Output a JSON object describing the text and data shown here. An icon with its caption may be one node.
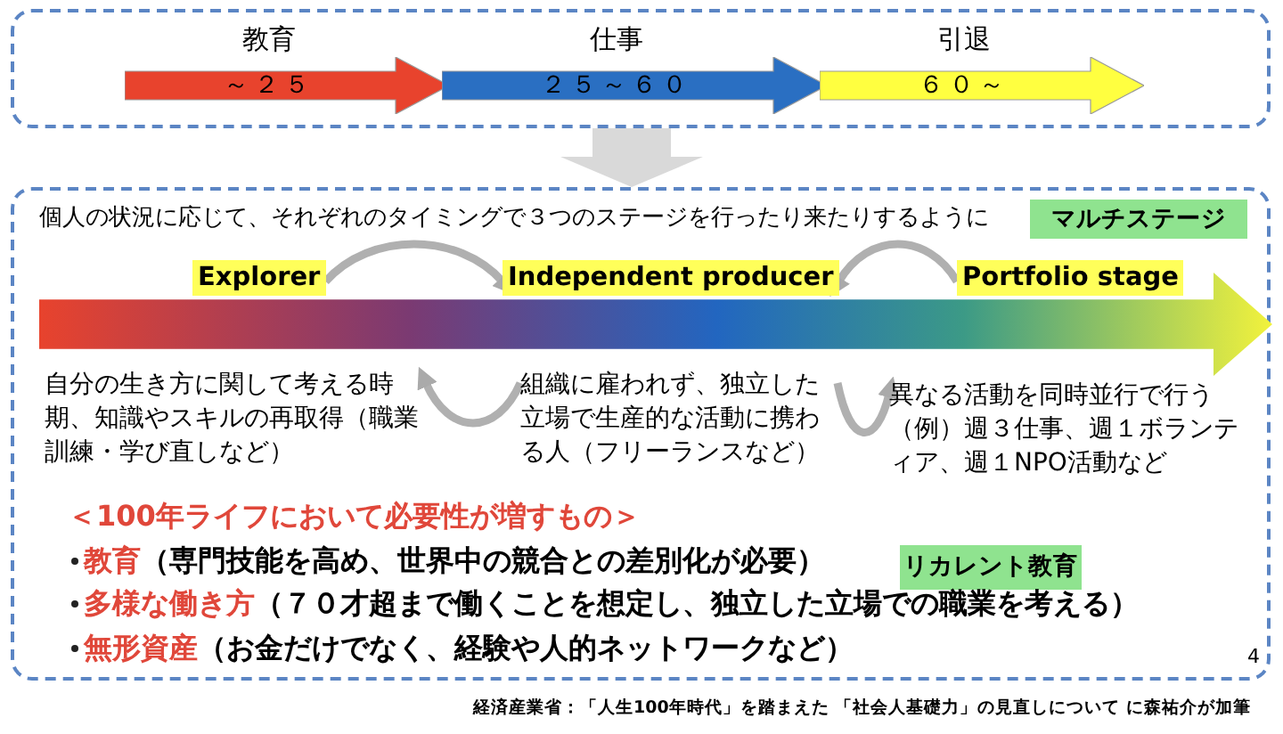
{
  "diagram": {
    "nodes": [
      {
        "text": [],
        "shape": "box"
      },
      {
        "text": [
          "教育",
          "～２５"
        ],
        "in": 0
      },
      {
        "text": [
          "仕事",
          "２５～６０"
        ],
        "in": 0
      },
      {
        "text": [
          "引退",
          "６０～"
        ],
        "in": 0
      },
      {
        "text": [],
        "shape": "box"
      },
      {
        "text": [
          "マルチステージ"
        ],
        "in": 4
      },
      {
        "text": [
          "Explorer"
        ],
        "in": 4
      },
      {
        "text": [
          "Independent producer"
        ],
        "in": 4
      },
      {
        "text": [
          "Portfolio stage"
        ],
        "in": 4
      },
      {
        "text": [
          "自分の生き方に関して考える時期、知識やスキルの再取得（職業訓練・学び直しなど）"
        ],
        "in": 4
      },
      {
        "text": [
          "組織に雇われず、独立した立場で生産的な活動に携わる人（フリーランスなど）"
        ],
        "in": 4
      },
      {
        "text": [
          "異なる活動を同時並行で行う（例）週３仕事、週１ボランティア、週１NPO活動など"
        ],
        "in": 4
      },
      {
        "text": [
          "リカレント教育"
        ],
        "in": 4
      },
      {
        "text": [],
        "shape": "arrow",
        "in": 4
      }
    ],
    "edges": [
      {
        "from": 0,
        "to": 4,
        "arrow": "to"
      },
      {
        "from": 6,
        "to": 7,
        "arrow": "to"
      },
      {
        "from": 10,
        "to": 9,
        "arrow": "to"
      },
      {
        "from": 8,
        "to": 7,
        "arrow": "to"
      },
      {
        "from": 10,
        "to": 11,
        "arrow": "to"
      }
    ],
    "labels": [
      "個人の状況に応じて、それぞれのタイミングで３つのステージを行ったり来たりするように",
      "＜100年ライフにおいて必要性が増すもの＞",
      "教育",
      "（専門技能を高め、世界中の競合との差別化が必要）",
      "多様な働き方",
      "（７０才超まで働くことを想定し、独立した立場での職業を考える）",
      "無形資産",
      "（お金だけでなく、経験や人的ネットワークなど）",
      "4",
      "経済産業省：「人生100年時代」を踏まえた 「社会人基礎力」の見直しについて に森祐介が加筆"
    ]
  }
}
